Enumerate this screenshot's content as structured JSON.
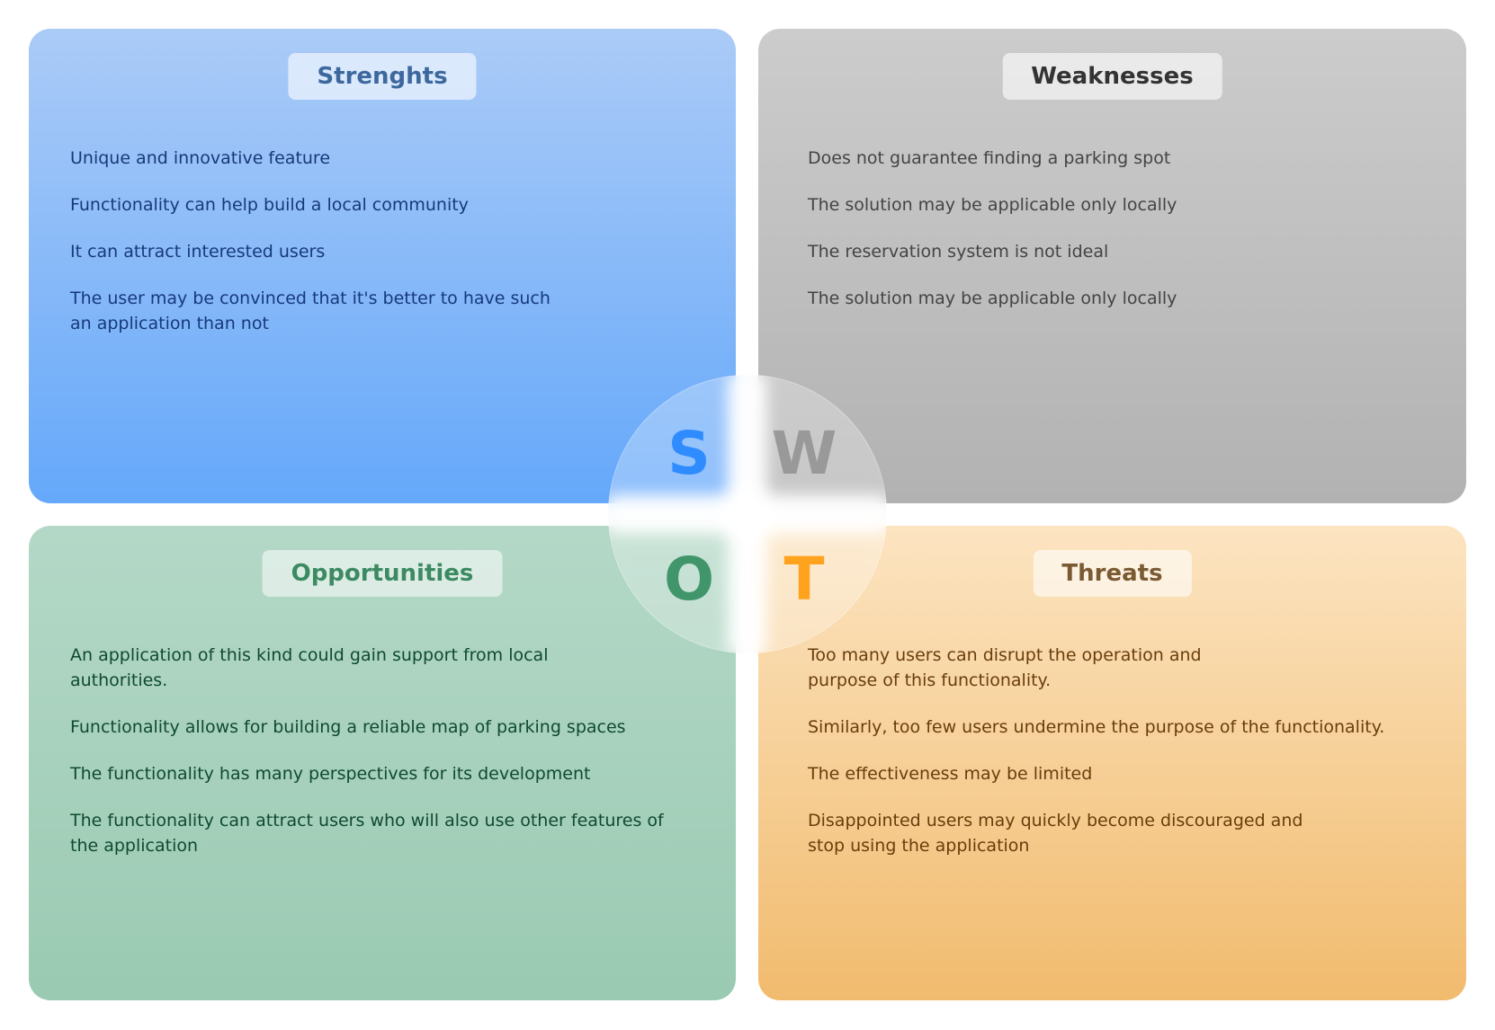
{
  "colors": {
    "strengths": "#65a8fa",
    "weaknesses": "#b2b2b2",
    "opportunities": "#9acab2",
    "threats": "#f1bb6e"
  },
  "strengths": {
    "title": "Strenghts",
    "items": [
      "Unique and innovative feature",
      "Functionality can help build a local community",
      "It can attract interested users",
      "The user may be convinced that it's better to have such an application than not"
    ]
  },
  "weaknesses": {
    "title": "Weaknesses",
    "items": [
      "Does not guarantee finding a parking spot",
      "The solution may be applicable only locally",
      "The reservation system is not ideal",
      "The solution may be applicable only locally"
    ]
  },
  "opportunities": {
    "title": "Opportunities",
    "items": [
      "An application of this kind could gain support from local authorities.",
      "Functionality allows for building a reliable map of parking spaces",
      "The functionality has many perspectives for its development",
      "The functionality can attract users who will also use other features of the application"
    ]
  },
  "threats": {
    "title": "Threats",
    "items": [
      "Too many users can disrupt the operation and purpose of this functionality.",
      "Similarly, too few users undermine the purpose of the functionality.",
      "The effectiveness may be limited",
      "Disappointed users may quickly become discouraged and stop using the application"
    ]
  },
  "swot": {
    "s": "S",
    "w": "W",
    "o": "O",
    "t": "T"
  }
}
